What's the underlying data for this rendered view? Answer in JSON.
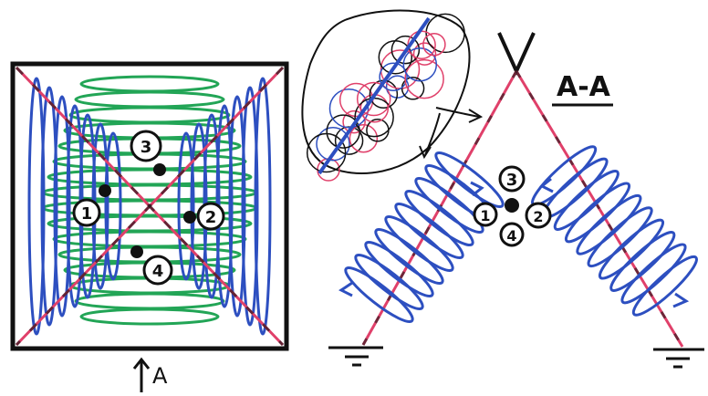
{
  "diagram": {
    "section_label": "A-A",
    "view_arrow_label": "A",
    "plan_view": {
      "labels": [
        "1",
        "2",
        "3",
        "4"
      ]
    },
    "section_view": {
      "labels": [
        "3",
        "1",
        "2",
        "4"
      ]
    },
    "colors": {
      "blue": "#2d4fc0",
      "green": "#22a556",
      "pink": "#e0406a",
      "ink": "#111111"
    }
  }
}
